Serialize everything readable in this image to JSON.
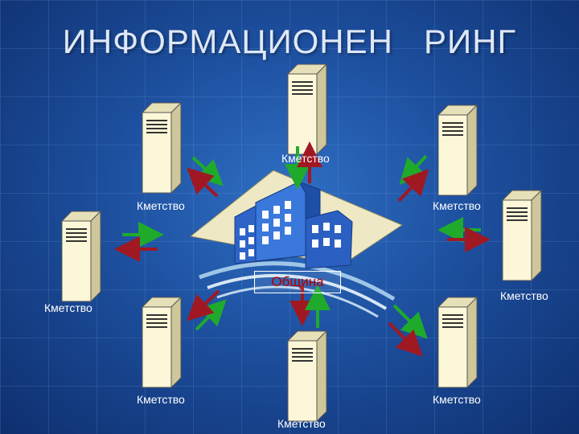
{
  "title": "ИНФОРМАЦИОНЕН   РИНГ",
  "center": {
    "label": "Община"
  },
  "nodes": [
    {
      "label": "Кметство"
    },
    {
      "label": "Кметство"
    },
    {
      "label": "Кметство"
    },
    {
      "label": "Кметство"
    },
    {
      "label": "Кметство"
    },
    {
      "label": "Кметство"
    },
    {
      "label": "Кметство"
    },
    {
      "label": "Кметство"
    }
  ],
  "colors": {
    "arrow_in": "#1faa2c",
    "arrow_out": "#a01822",
    "server": "#fbf7d8",
    "background": "#1d4f9e"
  },
  "icons": {
    "server": "server-icon",
    "building": "building-icon"
  }
}
